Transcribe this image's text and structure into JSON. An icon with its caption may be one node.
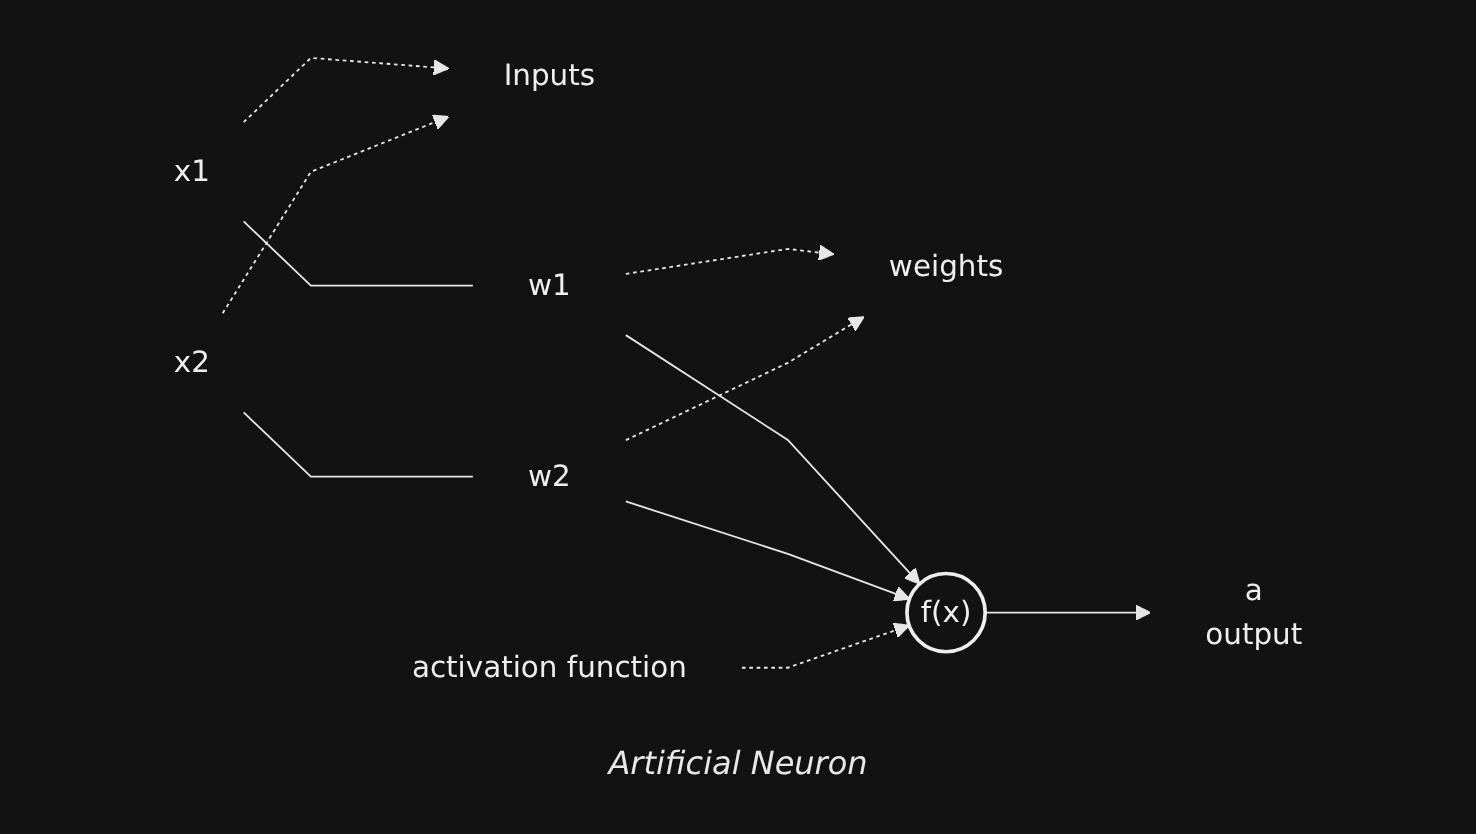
{
  "diagram": {
    "caption": "Artificial Neuron",
    "nodes": [
      {
        "text": [
          "x1"
        ]
      },
      {
        "text": [
          "Inputs"
        ]
      },
      {
        "text": [
          "x2"
        ]
      },
      {
        "text": [
          "w1"
        ]
      },
      {
        "text": [
          "weights"
        ]
      },
      {
        "text": [
          "w2"
        ]
      },
      {
        "text": [
          "activation function"
        ]
      },
      {
        "text": [
          "f(x)"
        ]
      },
      {
        "text": [
          "a"
        ],
        "beside": [
          "output"
        ]
      }
    ],
    "edges": [
      {
        "from": 0,
        "to": 1,
        "arrow": "to",
        "style": "dashed"
      },
      {
        "from": 2,
        "to": 1,
        "arrow": "to",
        "style": "dashed"
      },
      {
        "from": 0,
        "to": 3,
        "arrow": "none"
      },
      {
        "from": 2,
        "to": 5,
        "arrow": "none"
      },
      {
        "from": 3,
        "to": 4,
        "arrow": "to",
        "style": "dashed"
      },
      {
        "from": 5,
        "to": 4,
        "arrow": "to",
        "style": "dashed"
      },
      {
        "from": 3,
        "to": 7,
        "arrow": "to"
      },
      {
        "from": 5,
        "to": 7,
        "arrow": "to"
      },
      {
        "from": 6,
        "to": 7,
        "arrow": "to",
        "style": "dashed"
      },
      {
        "from": 7,
        "to": 8,
        "arrow": "to"
      }
    ]
  }
}
